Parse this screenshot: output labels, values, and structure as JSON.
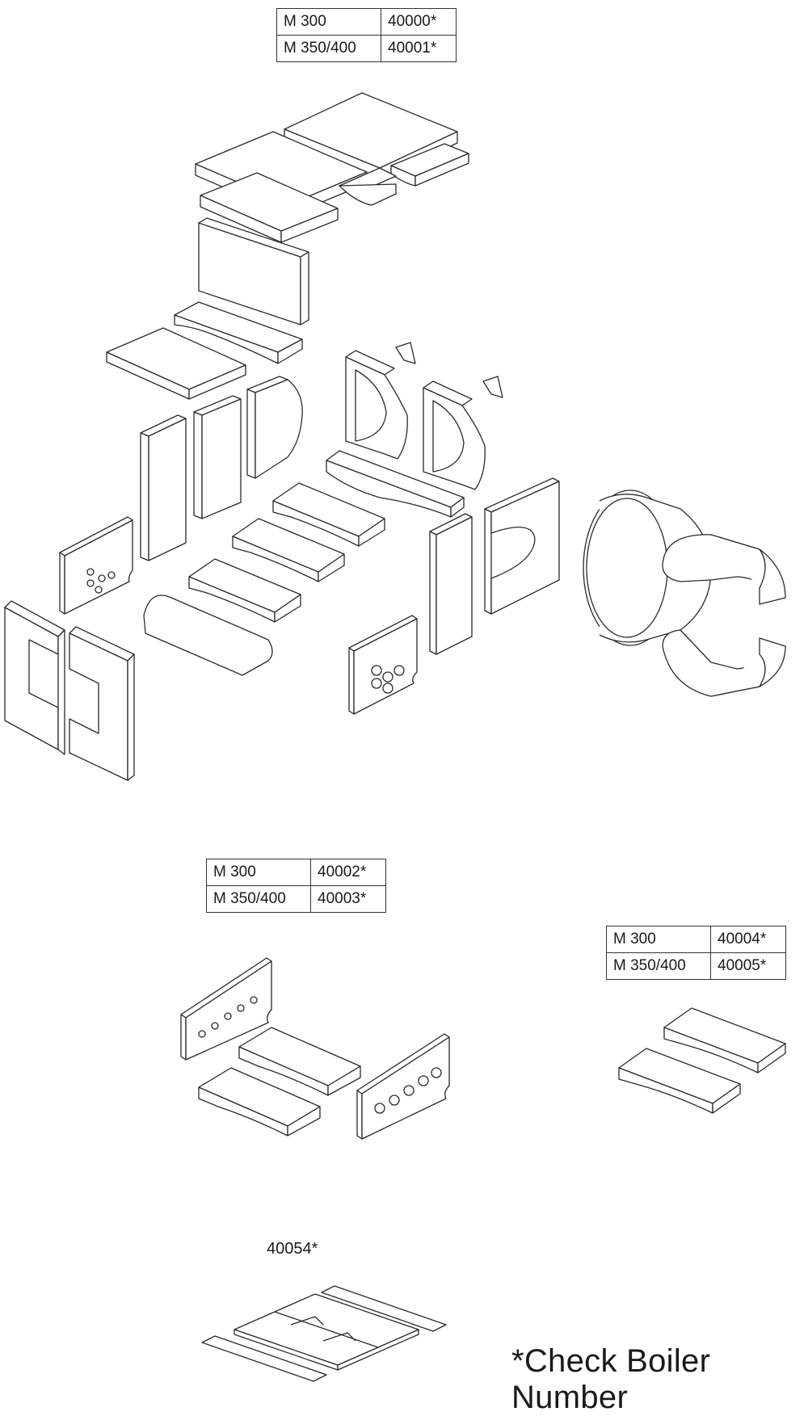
{
  "tables": [
    {
      "rows": [
        {
          "model": "M 300",
          "code": "40000*"
        },
        {
          "model": "M 350/400",
          "code": "40001*"
        }
      ]
    },
    {
      "rows": [
        {
          "model": "M 300",
          "code": "40002*"
        },
        {
          "model": "M 350/400",
          "code": "40003*"
        }
      ]
    },
    {
      "rows": [
        {
          "model": "M 300",
          "code": "40004*"
        },
        {
          "model": "M 350/400",
          "code": "40005*"
        }
      ]
    }
  ],
  "single_part_code": "40054*",
  "footnote": "*Check Boiler Number"
}
